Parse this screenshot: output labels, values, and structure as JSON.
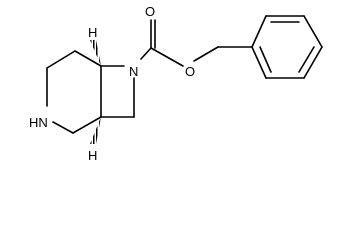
{
  "molecule": {
    "atoms": {
      "nh": "HN",
      "n_azetidine": "N",
      "o_carbonyl": "O",
      "o_ester": "O",
      "h_top": "H",
      "h_bottom": "H"
    }
  }
}
